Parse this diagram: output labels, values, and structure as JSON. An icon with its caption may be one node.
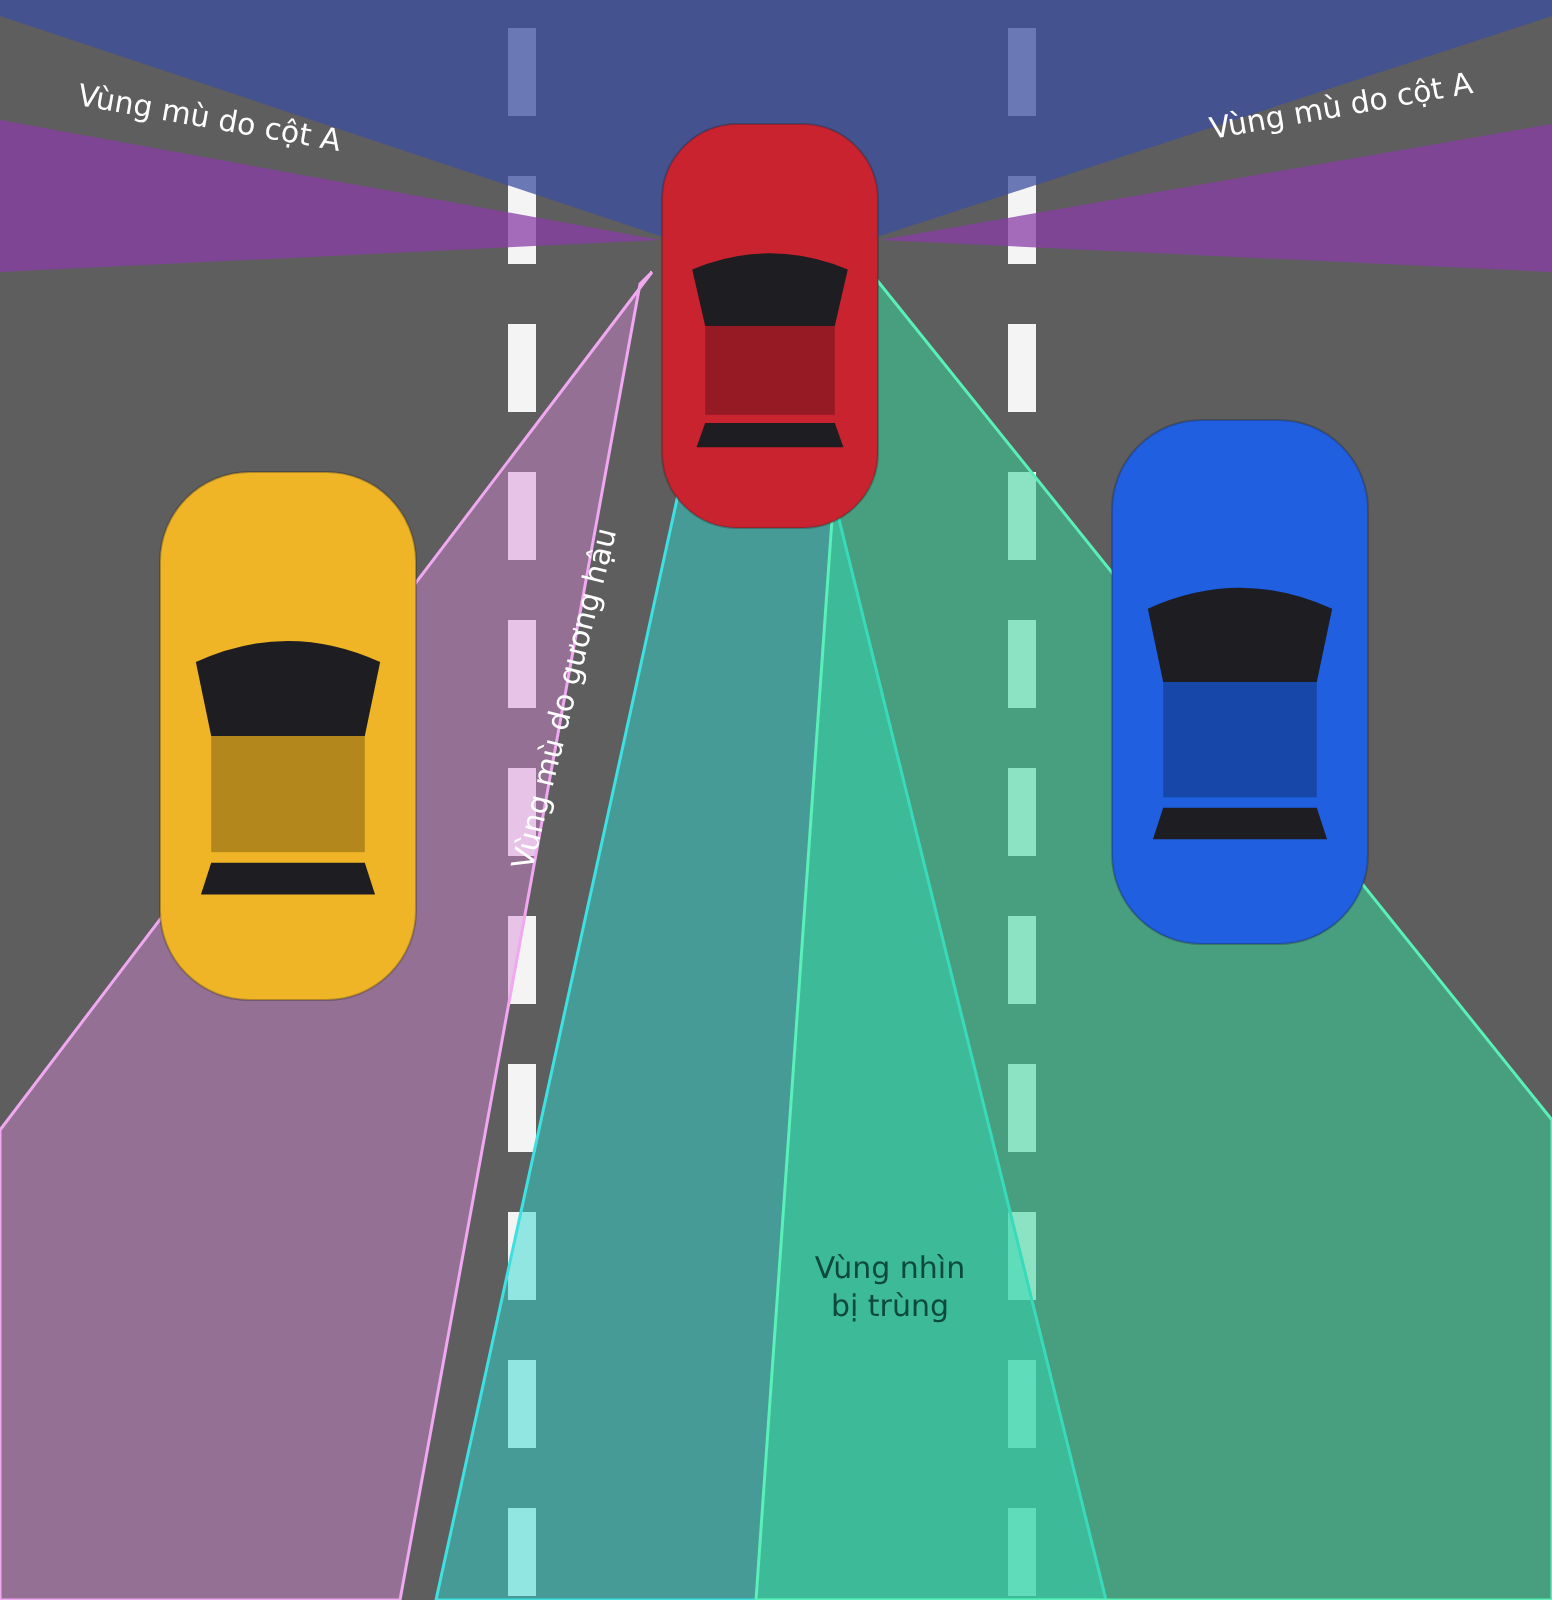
{
  "diagram": {
    "labels": [
      "Vùng mù do cột A",
      "Vùng mù do cột A",
      "Vùng mù do gương hậu",
      "Vùng nhìn bị trùng"
    ]
  }
}
